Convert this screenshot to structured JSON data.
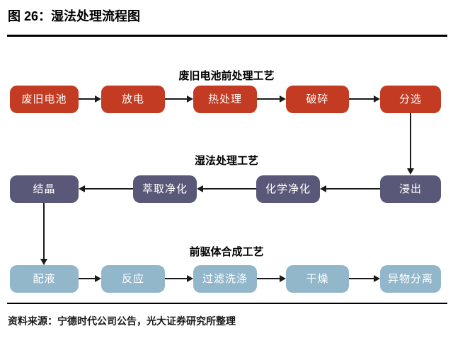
{
  "header": {
    "figure_title": "图 26：湿法处理流程图"
  },
  "footer": {
    "source_text": "资料来源：宁德时代公司公告，光大证券研究所整理"
  },
  "colors": {
    "pretreatment_box": "#C23B22",
    "wet_process_box": "#595878",
    "precursor_box": "#92B7CB",
    "box_text": "#ffffff",
    "arrow": "#1a1a1a",
    "divider": "#000000"
  },
  "flow": {
    "sections": [
      {
        "title": "废旧电池前处理工艺",
        "direction": "left-to-right",
        "boxes": [
          "废旧电池",
          "放电",
          "热处理",
          "破碎",
          "分选"
        ]
      },
      {
        "title": "湿法处理工艺",
        "direction": "right-to-left",
        "boxes": [
          "结晶",
          "萃取净化",
          "化学净化",
          "浸出"
        ]
      },
      {
        "title": "前驱体合成工艺",
        "direction": "left-to-right",
        "boxes": [
          "配液",
          "反应",
          "过滤洗涤",
          "干燥",
          "异物分离"
        ]
      }
    ],
    "cross_connections": [
      {
        "from": "分选",
        "to": "浸出",
        "direction": "down"
      },
      {
        "from": "结晶",
        "to": "配液",
        "direction": "down"
      }
    ]
  }
}
